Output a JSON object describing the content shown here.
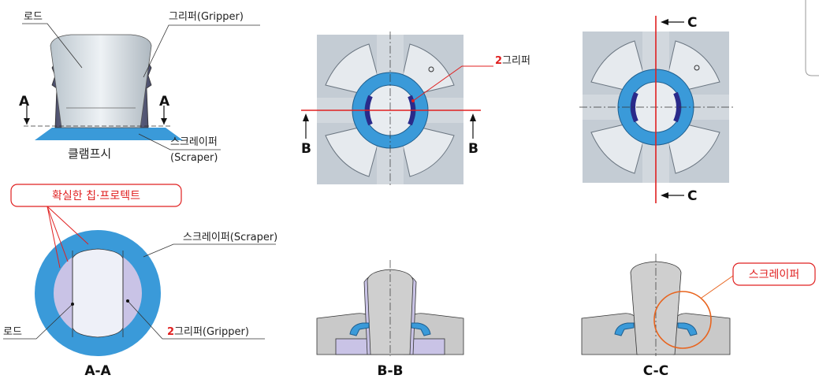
{
  "colors": {
    "accent_red": "#e02020",
    "scraper_blue": "#3a9ad9",
    "gripper_lavender": "#c9c3e6",
    "rod_gray": "#d2d2d2",
    "callout_orange": "#e8641e"
  },
  "labels": {
    "rod": "로드",
    "gripper": "그리퍼(Gripper)",
    "clamp": "클램프시",
    "scraper_kr": "스크레이퍼",
    "scraper_en": "(Scraper)",
    "cut_a": "A",
    "cut_b": "B",
    "cut_c": "C",
    "tip_protect": "확실한 칩·프로텍트",
    "scraper_full": "스크레이퍼(Scraper)",
    "rod2": "로드",
    "gripper2_num": "2",
    "gripper2_text": "그리퍼(Gripper)",
    "bb_gripper_num": "2",
    "bb_gripper_text": "그리퍼",
    "section_aa": "A-A",
    "section_bb": "B-B",
    "section_cc": "C-C",
    "cc_scraper": "스크레이퍼"
  }
}
